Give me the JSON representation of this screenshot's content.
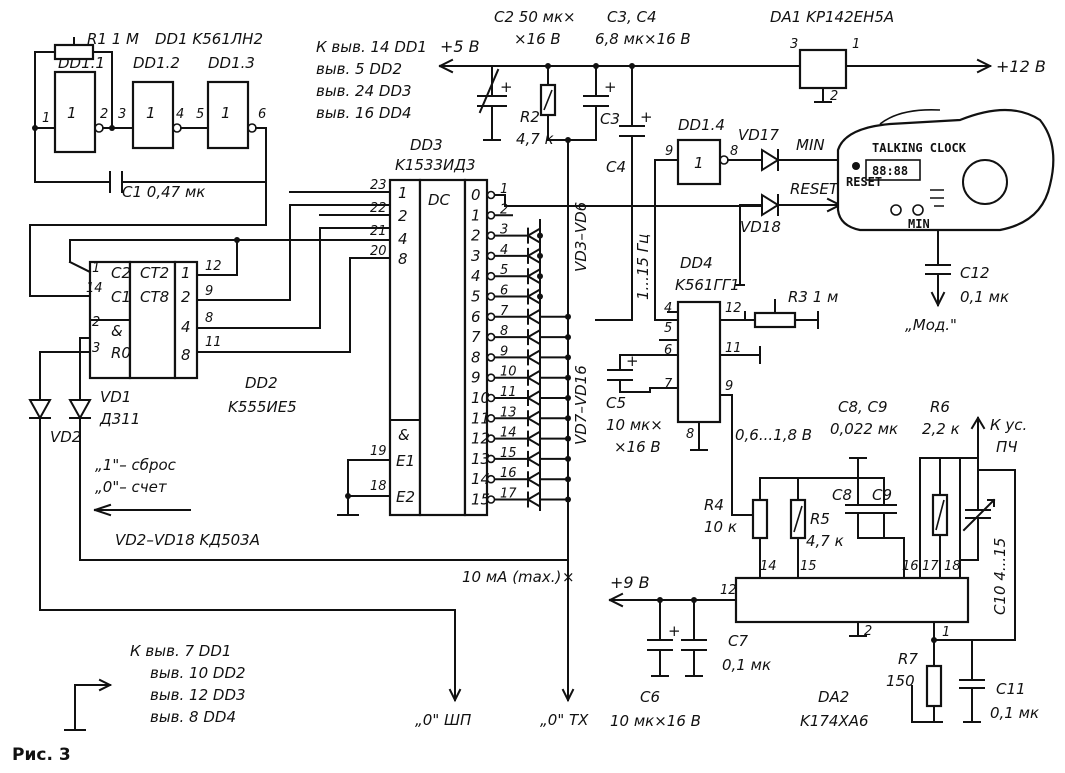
{
  "figure_caption": "Рис. 3",
  "components": {
    "r1": "R1 1 M",
    "dd1": "DD1  K561ЛН2",
    "dd1_1": "DD1.1",
    "dd1_2": "DD1.2",
    "dd1_3": "DD1.3",
    "dd1_4": "DD1.4",
    "c1": "C1 0,47 мк",
    "c2": "C2  50 мк×",
    "c2b": "×16 В",
    "c3c4": "C3, C4",
    "c3c4b": "6,8 мк×16 В",
    "r2": "R2",
    "r2v": "4,7 к",
    "c3": "C3",
    "c4": "C4",
    "da1": "DA1  KP142EH5A",
    "dd3": "DD3",
    "dd3_type": "K1533ИД3",
    "dc": "DC",
    "dd2": "DD2",
    "dd2_type": "K555ИЕ5",
    "ct2": "CT2",
    "ct8": "CT8",
    "vd1": "VD1",
    "vd1_type": "Д311",
    "vd2": "VD2",
    "vd3_vd6": "VD3–VD6",
    "vd7_vd16": "VD7–VD16",
    "vd17": "VD17",
    "vd18": "VD18",
    "vd_all": "VD2–VD18  KД503A",
    "dd4": "DD4",
    "dd4_type": "K561ГГ1",
    "r3": "R3 1 м",
    "c5": "C5",
    "c5v": "10 мк×",
    "c5v2": "×16 В",
    "freq": "1...15 Гц",
    "volt": "0,6...1,8 В",
    "c8c9": "C8, C9",
    "c8c9v": "0,022 мк",
    "r6": "R6",
    "r6v": "2,2 к",
    "r4": "R4",
    "r4v": "10 к",
    "r5": "R5",
    "r5v": "4,7 к",
    "c8": "C8",
    "c9": "C9",
    "c10": "C10 4...15",
    "c12": "C12",
    "c12v": "0,1 мк",
    "c7": "C7",
    "c7v": "0,1 мк",
    "c6": "C6",
    "c6v": "10 мк×16 В",
    "r7": "R7",
    "r7v": "150",
    "c11": "C11",
    "c11v": "0,1 мк",
    "da2": "DA2",
    "da2_type": "K174XA6"
  },
  "power": {
    "plus5": "+5 В",
    "plus12": "+12 В",
    "plus9": "+9 В",
    "supply_notes": [
      "К выв. 14 DD1",
      "выв. 5 DD2",
      "выв. 24 DD3",
      "выв. 16 DD4"
    ],
    "ground_notes": [
      "К выв. 7 DD1",
      "выв. 10 DD2",
      "выв. 12 DD3",
      "выв. 8 DD4"
    ]
  },
  "notes": {
    "reset": "„1\"– сброс",
    "count": "„0\"– счет",
    "current": "10 мА (max.)",
    "out_sp": "„0\" ШП",
    "out_tx": "„0\" TX",
    "mod": "„Мод.\"",
    "to_if_1": "К ус.",
    "to_if_2": "ПЧ",
    "min": "MIN",
    "reset_sig": "RESET"
  },
  "clock_device": {
    "title": "TALKING CLOCK",
    "display": "88:88",
    "reset_btn": "RESET",
    "min_btn": "MIN"
  },
  "pins": {
    "dd3_out": [
      "0",
      "1",
      "2",
      "3",
      "4",
      "5",
      "6",
      "7",
      "8",
      "9",
      "10",
      "11",
      "12",
      "13",
      "14",
      "15"
    ],
    "dd3_out_pin": [
      "1",
      "2",
      "3",
      "4",
      "5",
      "6",
      "7",
      "8",
      "9",
      "10",
      "11",
      "13",
      "14",
      "15",
      "16",
      "17"
    ],
    "dd3_in_labels": [
      "1",
      "2",
      "4",
      "8"
    ],
    "dd3_in_pins": [
      "23",
      "22",
      "21",
      "20"
    ],
    "dd2_out_labels": [
      "1",
      "2",
      "4",
      "8"
    ],
    "dd2_out_pins": [
      "12",
      "9",
      "8",
      "11"
    ]
  }
}
